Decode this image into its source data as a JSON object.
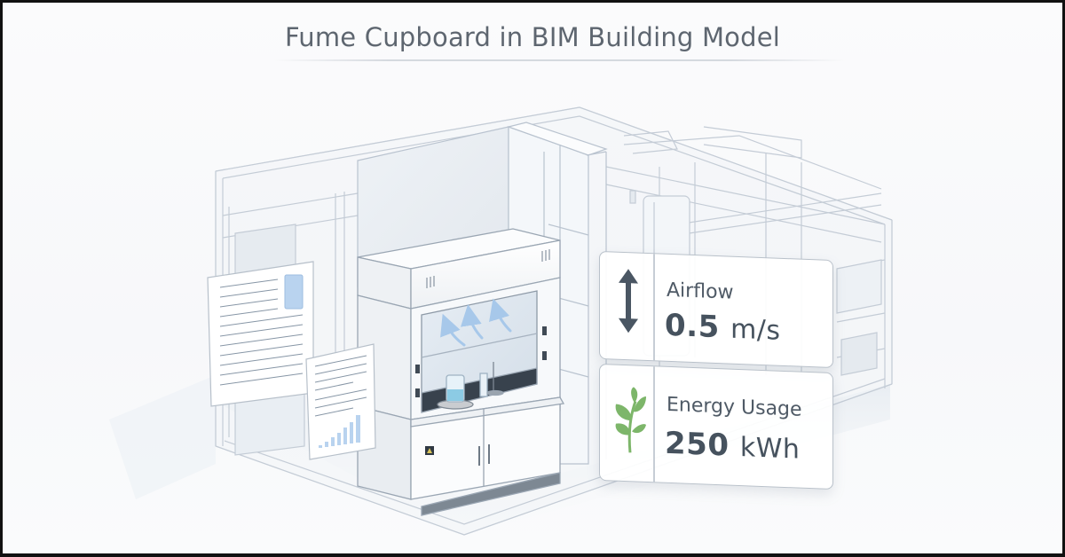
{
  "title": "Fume Cupboard in BIM Building Model",
  "cards": {
    "airflow": {
      "label": "Airflow",
      "value": "0.5",
      "unit": "m/s",
      "icon": "vertical-double-arrow-icon",
      "icon_color": "#4a5663"
    },
    "energy": {
      "label": "Energy Usage",
      "value": "250",
      "unit": "kWh",
      "icon": "leaf-sprout-icon",
      "icon_color": "#7db66a"
    }
  },
  "illustration": {
    "subject": "fume-cupboard",
    "context": "transparent-building-model",
    "documents": [
      "text-document",
      "report-with-bar-chart"
    ],
    "airflow_arrows": 3
  },
  "colors": {
    "title": "#5e6670",
    "text": "#46525e",
    "line": "#b9c3cf",
    "glass": "#dfe7f0",
    "accent_blue": "#9cc3ea",
    "leaf_green": "#7db66a",
    "work_surface": "#38424d"
  }
}
